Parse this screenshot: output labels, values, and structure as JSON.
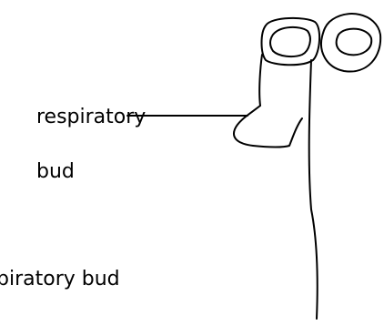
{
  "labels": {
    "respiratory": "respiratory",
    "bud": "bud",
    "piratory_bud": "piratory bud"
  },
  "colors": {
    "ink": "#000000",
    "background": "#ffffff"
  }
}
